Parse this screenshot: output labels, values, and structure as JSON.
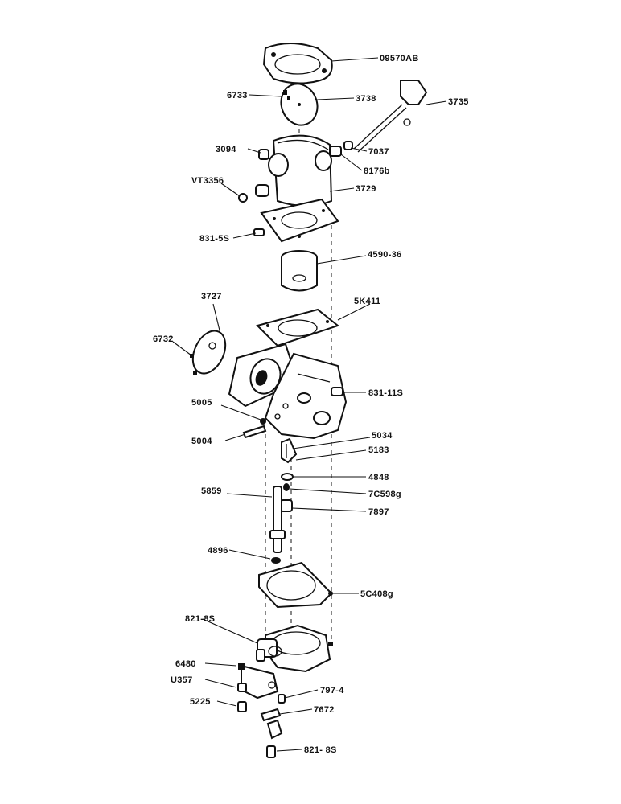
{
  "diagram": {
    "labels": {
      "p09570AB": "09570AB",
      "p6733": "6733",
      "p3738": "3738",
      "p3735": "3735",
      "p3094": "3094",
      "p7037": "7037",
      "p8176b": "8176b",
      "pVT3356": "VT3356",
      "p3729": "3729",
      "p831_5S": "831-5S",
      "p4590_36": "4590-36",
      "p3727": "3727",
      "p5K411": "5K411",
      "p6732": "6732",
      "p831_11S": "831-11S",
      "p5005": "5005",
      "p5004": "5004",
      "p5034": "5034",
      "p5183": "5183",
      "p4848": "4848",
      "p5859": "5859",
      "p7C598g": "7C598g",
      "p7897": "7897",
      "p4896": "4896",
      "p5C408g": "5C408g",
      "p821_8S_top": "821-8S",
      "p6480": "6480",
      "pU357": "U357",
      "p797_4": "797-4",
      "p5225": "5225",
      "p7672": "7672",
      "p821_8S_bot": "821- 8S"
    }
  }
}
